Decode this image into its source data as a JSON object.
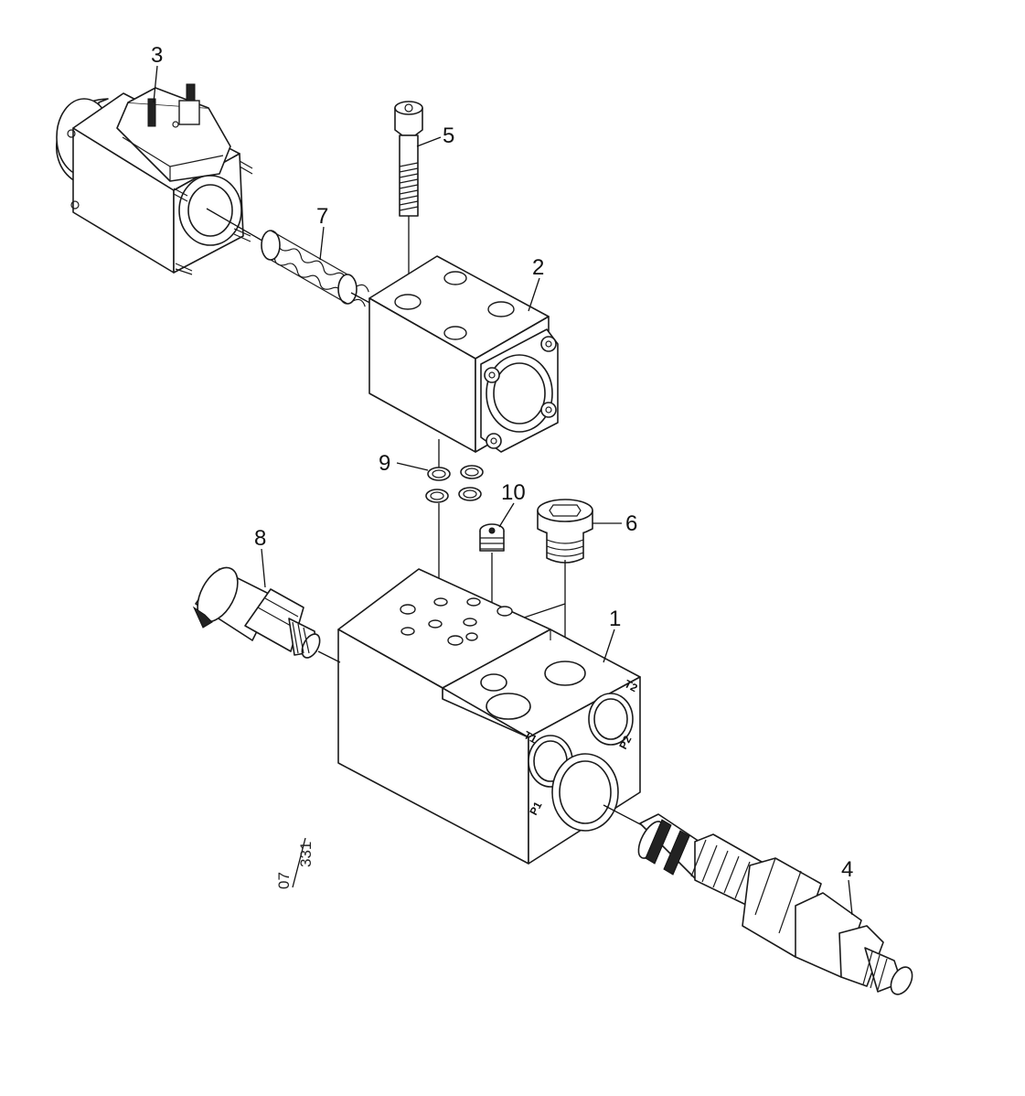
{
  "callouts": [
    {
      "id": "1",
      "label": "1"
    },
    {
      "id": "2",
      "label": "2"
    },
    {
      "id": "3",
      "label": "3"
    },
    {
      "id": "4",
      "label": "4"
    },
    {
      "id": "5",
      "label": "5"
    },
    {
      "id": "6",
      "label": "6"
    },
    {
      "id": "7",
      "label": "7"
    },
    {
      "id": "8",
      "label": "8"
    },
    {
      "id": "9",
      "label": "9"
    },
    {
      "id": "10",
      "label": "10"
    }
  ],
  "ports": {
    "a": "T2",
    "b": "T1",
    "c": "P2",
    "d": "P1"
  },
  "drawing_ref": {
    "left": "07",
    "right": "331"
  }
}
